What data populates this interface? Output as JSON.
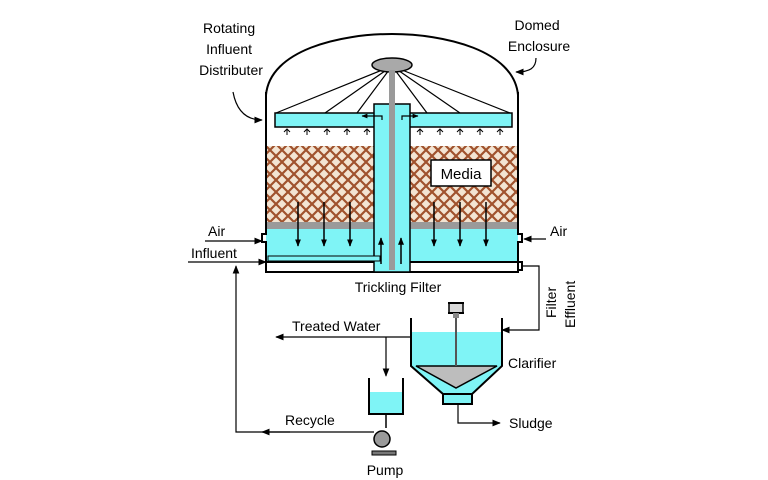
{
  "labels": {
    "rotating_distributer": [
      "Rotating",
      "Influent",
      "Distributer"
    ],
    "domed_enclosure": [
      "Domed",
      "Enclosure"
    ],
    "media": "Media",
    "air_left": "Air",
    "air_right": "Air",
    "influent": "Influent",
    "trickling_filter": "Trickling Filter",
    "filter_effluent": [
      "Filter",
      "Effluent"
    ],
    "treated_water": "Treated Water",
    "clarifier": "Clarifier",
    "sludge": "Sludge",
    "recycle": "Recycle",
    "pump": "Pump"
  },
  "colors": {
    "water": "#7ff4f6",
    "media_fill": "#f3e4d2",
    "media_mesh": "#a0522d",
    "support": "#9a9a9a",
    "hub": "#a9a9a9",
    "sludge_cone": "#bdbdbd",
    "outline": "#000000"
  }
}
